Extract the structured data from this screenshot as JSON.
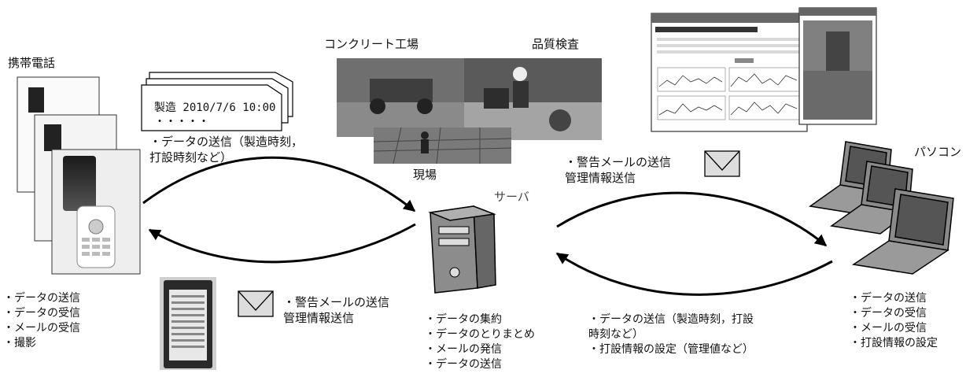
{
  "labels": {
    "mobile_title": "携帯電話",
    "server_title": "サーバ",
    "pc_title": "パソコン",
    "factory_title": "コンクリート工場",
    "quality_title": "品質検査",
    "site_title": "現場"
  },
  "doc_note": {
    "line1": "製造 2010/7/6  10:00",
    "line2": "・・・・・"
  },
  "top_left_text": [
    "・データの送信（製造時刻，",
    "打設時刻など）"
  ],
  "top_right_text": [
    "・警告メールの送信",
    "管理情報送信"
  ],
  "bottom_mid_mail_text": [
    "・警告メールの送信",
    "管理情報送信"
  ],
  "bottom_right_mid_text": [
    "・データの送信（製造時刻，打設",
    "時刻など）",
    "・打設情報の設定（管理値など）"
  ],
  "mobile_features": [
    "・データの送信",
    "・データの受信",
    "・メールの受信",
    "・撮影"
  ],
  "server_features": [
    "・データの集約",
    "・データのとりまとめ",
    "・メールの発信",
    "・データの送信"
  ],
  "pc_features": [
    "・データの送信",
    "・データの受信",
    "・メールの受信",
    "・打設情報の設定"
  ],
  "colors": {
    "line": "#000000",
    "server_body": "#8c8c8c",
    "photo_dark": "#4a4a4a",
    "envelope_fill": "#dddddd"
  }
}
